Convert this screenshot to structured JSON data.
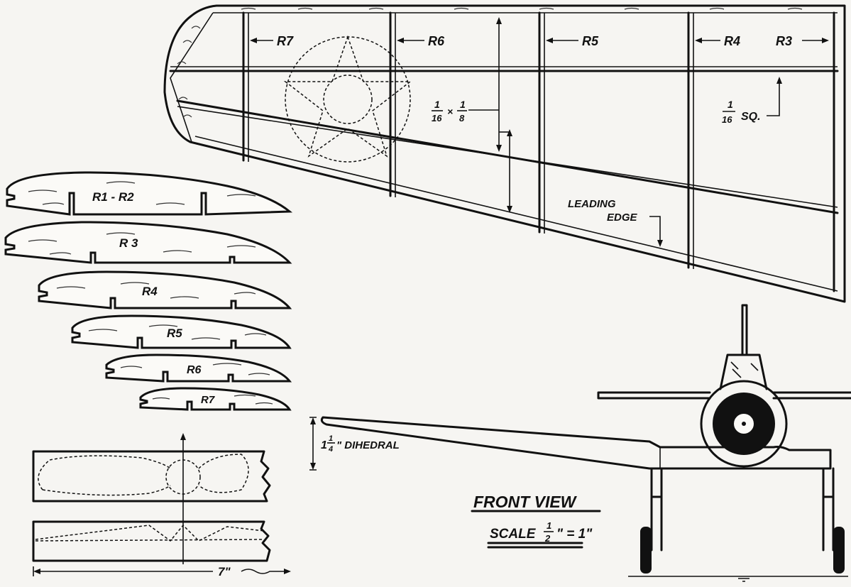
{
  "wing": {
    "rib_labels": [
      "R7",
      "R6",
      "R5",
      "R4",
      "R3"
    ],
    "spar_frac_num": "1",
    "spar_frac_den1": "16",
    "spar_frac_den2": "8",
    "spar_times": "×",
    "sq_num": "1",
    "sq_den": "16",
    "sq_suffix": "SQ.",
    "leading_edge_1": "LEADING",
    "leading_edge_2": "EDGE"
  },
  "ribs": [
    {
      "label": "R1 - R2"
    },
    {
      "label": "R 3"
    },
    {
      "label": "R4"
    },
    {
      "label": "R5"
    },
    {
      "label": "R6"
    },
    {
      "label": "R7"
    }
  ],
  "propeller": {
    "dimension": "7\""
  },
  "front_view": {
    "title": "FRONT VIEW",
    "scale_word": "SCALE",
    "scale_num": "1",
    "scale_den": "2",
    "scale_rest": "\" = 1\"",
    "dihedral_whole": "1",
    "dihedral_num": "1",
    "dihedral_den": "4",
    "dihedral_label": "\" DIHEDRAL"
  }
}
